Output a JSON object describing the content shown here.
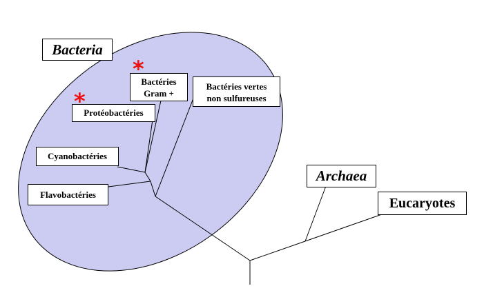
{
  "groups": {
    "bacteria": "Bacteria",
    "archaea": "Archaea",
    "eucaryotes": "Eucaryotes"
  },
  "taxa": {
    "gram_plus_line1": "Bactéries",
    "gram_plus_line2": "Gram +",
    "green_nonsulfur_line1": "Bactéries vertes",
    "green_nonsulfur_line2": "non sulfureuses",
    "proteobacteria": "Protéobactéries",
    "cyanobacteria": "Cyanobactéries",
    "flavobacteria": "Flavobactéries"
  },
  "markers": {
    "symbol": "*"
  },
  "colors": {
    "bacteria_fill": "#ccccf2",
    "marker": "#ee1111",
    "lines": "#000000"
  }
}
